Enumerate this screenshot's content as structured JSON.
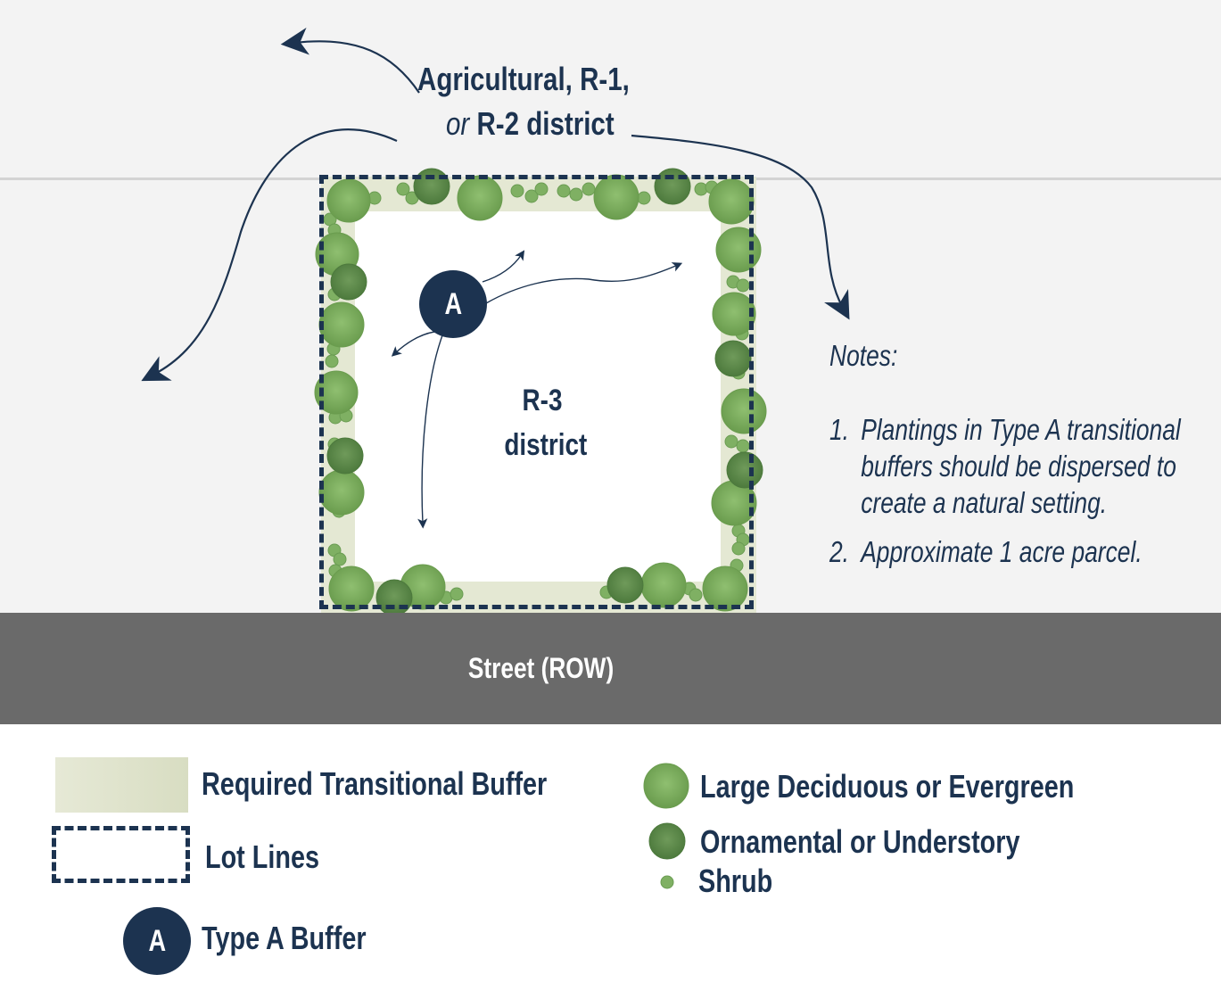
{
  "diagram": {
    "surrounding_district": {
      "line1": "Agricultural, R-1,",
      "line2_prefix": "or",
      "line2_main": "R-2 district"
    },
    "subject_district": {
      "line1": "R-3",
      "line2": "district"
    },
    "buffer_marker": "A",
    "street_label": "Street (ROW)",
    "notes": {
      "heading": "Notes:",
      "items": [
        {
          "num": "1.",
          "lines": [
            "Plantings in Type A transitional",
            "buffers should be dispersed to",
            "create a natural setting."
          ]
        },
        {
          "num": "2.",
          "lines": [
            "Approximate 1 acre parcel."
          ]
        }
      ]
    }
  },
  "legend": {
    "buffer": "Required Transitional Buffer",
    "lot_lines": "Lot Lines",
    "type_a": {
      "marker": "A",
      "label": "Type A Buffer"
    },
    "large_tree": "Large Deciduous or Evergreen",
    "ornamental": "Ornamental or Understory",
    "shrub": "Shrub"
  },
  "colors": {
    "navy": "#1c3350",
    "large_tree": "#7aaa5c",
    "ornamental": "#5d8a4a",
    "shrub": "#7fb063",
    "buffer": "#e4e8d3",
    "street": "#6a6a6a",
    "background": "#f3f3f3"
  }
}
